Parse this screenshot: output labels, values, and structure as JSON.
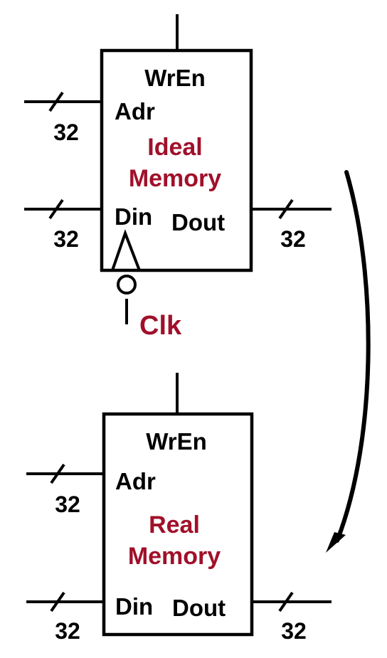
{
  "ideal_memory": {
    "title_line1": "Ideal",
    "title_line2": "Memory",
    "wren": "WrEn",
    "adr": "Adr",
    "din": "Din",
    "dout": "Dout",
    "adr_width": "32",
    "din_width": "32",
    "dout_width": "32",
    "clock": "Clk"
  },
  "real_memory": {
    "title_line1": "Real",
    "title_line2": "Memory",
    "wren": "WrEn",
    "adr": "Adr",
    "din": "Din",
    "dout": "Dout",
    "adr_width": "32",
    "din_width": "32",
    "dout_width": "32"
  },
  "colors": {
    "title": "#a0102a",
    "clock": "#a0102a",
    "lines": "#000000"
  }
}
